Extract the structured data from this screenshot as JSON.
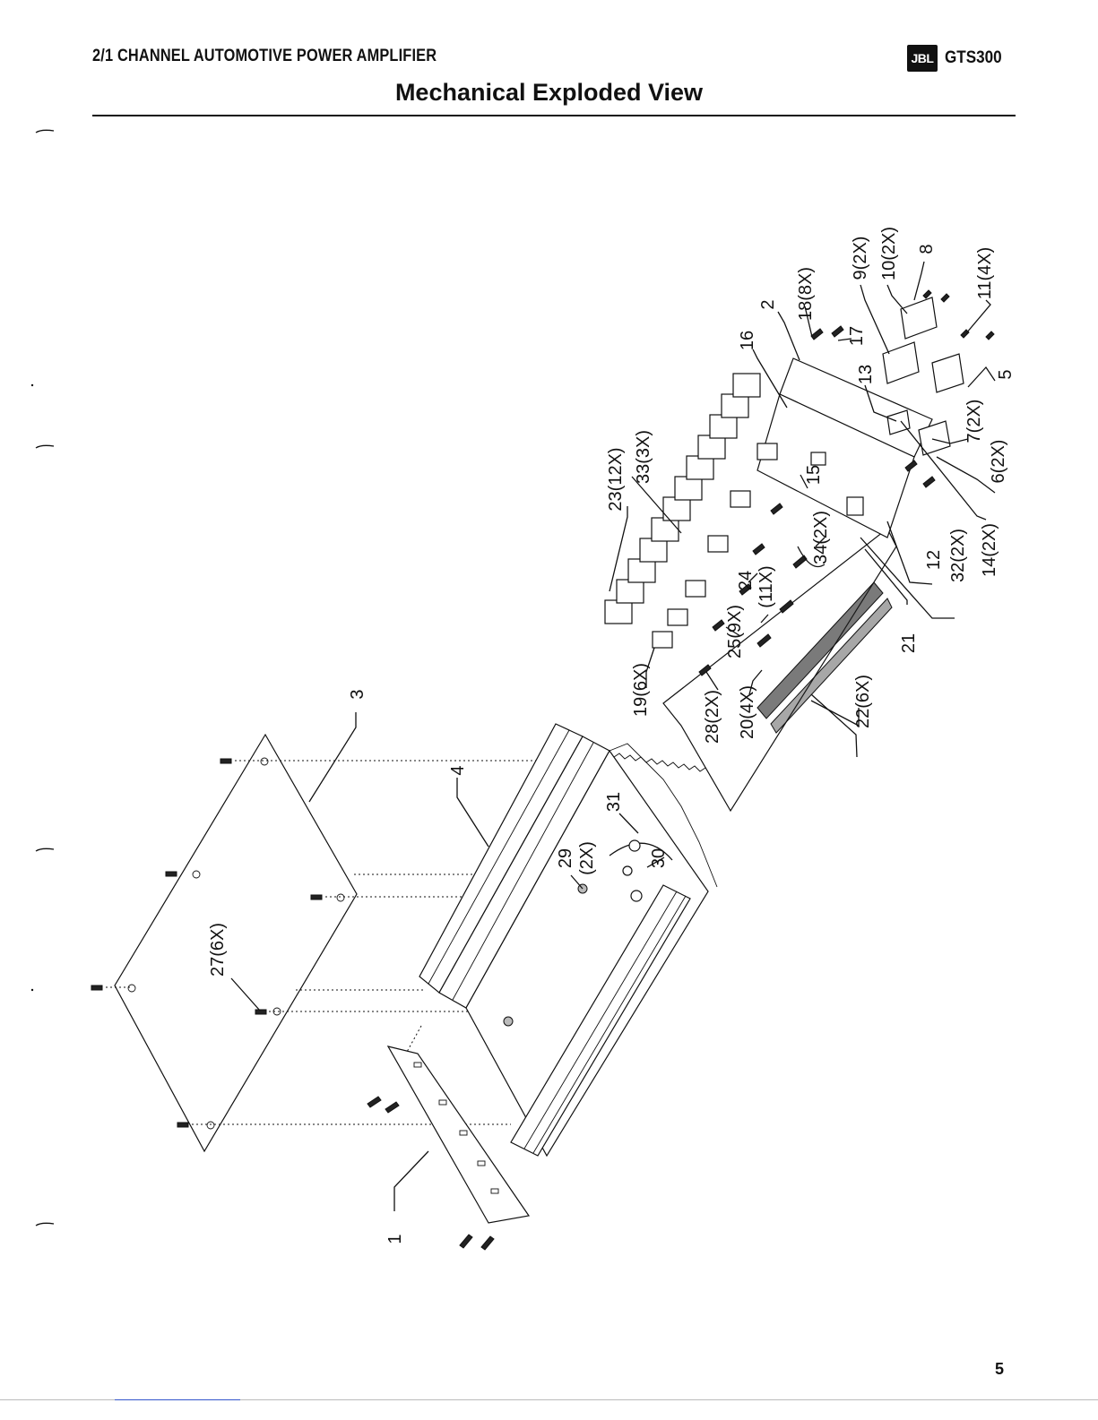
{
  "header": {
    "left_title": "2/1 CHANNEL AUTOMOTIVE POWER AMPLIFIER",
    "logo_text": "JBL",
    "model": "GTS300"
  },
  "page_title": "Mechanical Exploded View",
  "page_number": "5",
  "callouts": {
    "c1": "1",
    "c2": "2",
    "c3": "3",
    "c4": "4",
    "c5": "5",
    "c6": "6(2X)",
    "c7": "7(2X)",
    "c8": "8",
    "c9": "9(2X)",
    "c10": "10(2X)",
    "c11": "11(4X)",
    "c12": "12",
    "c13": "13",
    "c14": "14(2X)",
    "c15": "15",
    "c16": "16",
    "c17": "17",
    "c18": "18(8X)",
    "c19": "19(6X)",
    "c20": "20(4X)",
    "c21": "21",
    "c22": "22(6X)",
    "c23": "23(12X)",
    "c24": "24",
    "c25": "25(9X)",
    "c26": "(11X)",
    "c27": "27(6X)",
    "c28": "28(2X)",
    "c29a": "29",
    "c29b": "(2X)",
    "c30": "30",
    "c31": "31",
    "c32": "32(2X)",
    "c33": "33(3X)",
    "c34": "34(2X)"
  }
}
